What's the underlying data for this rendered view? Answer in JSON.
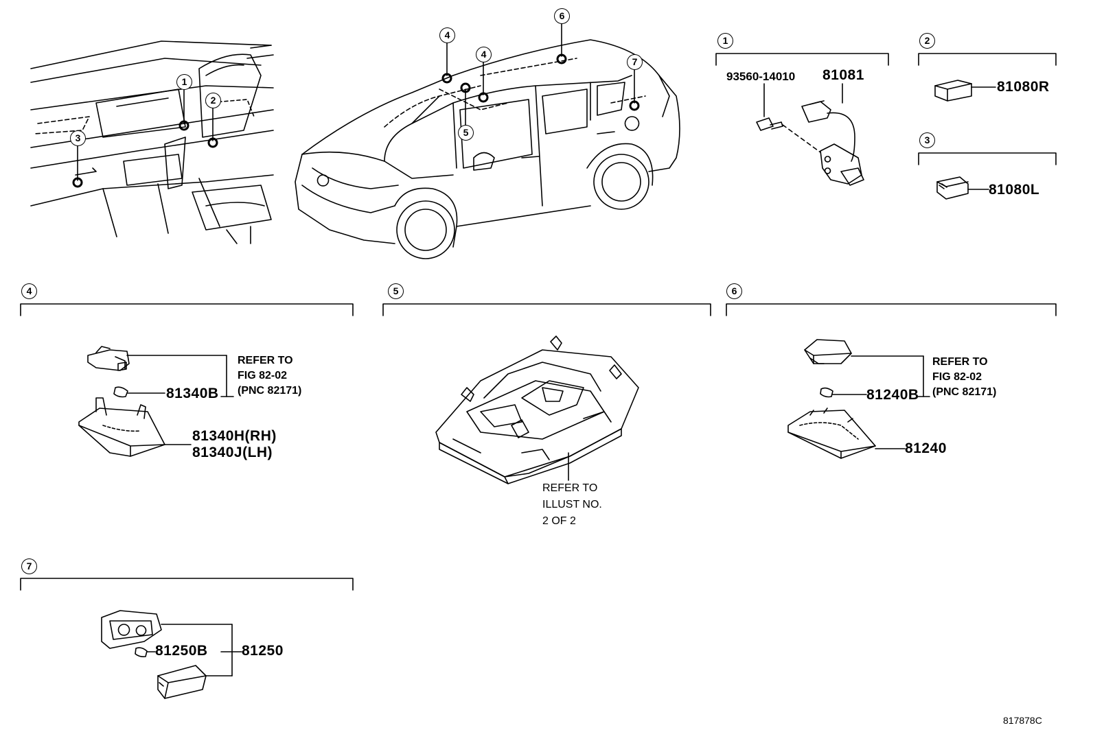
{
  "callouts": {
    "c1": "1",
    "c2": "2",
    "c3": "3",
    "c4": "4",
    "c5": "5",
    "c6": "6",
    "c7": "7"
  },
  "labels": {
    "p93560": "93560-14010",
    "p81081": "81081",
    "p81080R": "81080R",
    "p81080L": "81080L",
    "p81340B": "81340B",
    "p81340H": "81340H(RH)",
    "p81340J": "81340J(LH)",
    "p81240B": "81240B",
    "p81240": "81240",
    "p81250B": "81250B",
    "p81250": "81250"
  },
  "refs": {
    "s4": [
      "REFER TO",
      "FIG 82-02",
      "(PNC 82171)"
    ],
    "s6": [
      "REFER TO",
      "FIG 82-02",
      "(PNC 82171)"
    ],
    "s5": [
      "REFER TO",
      "ILLUST NO.",
      "2 OF 2"
    ]
  },
  "illustration_id": "817878C"
}
